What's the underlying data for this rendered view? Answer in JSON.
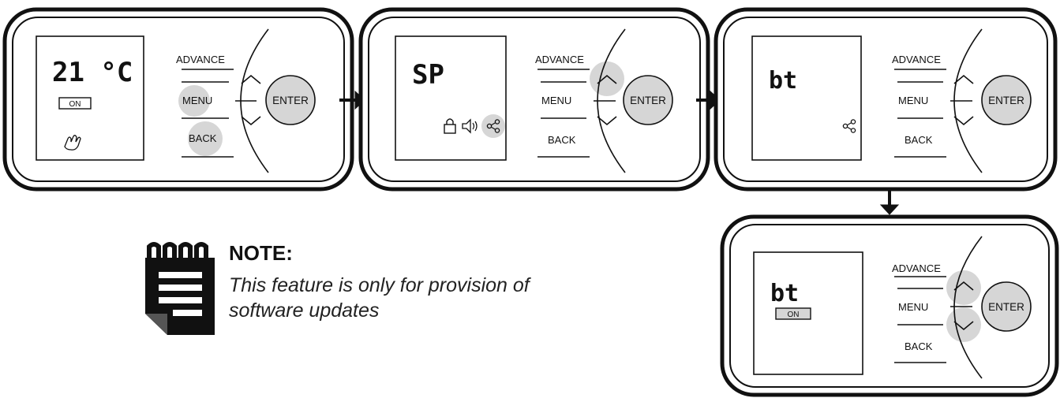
{
  "labels": {
    "advance": "ADVANCE",
    "menu": "MENU",
    "back": "BACK",
    "enter": "ENTER"
  },
  "panels": [
    {
      "display": "21 °C",
      "badge": "ON",
      "highlighted": [
        "menu",
        "back"
      ],
      "icons": [
        "hand-icon"
      ]
    },
    {
      "display": "SP",
      "badge": "",
      "highlighted": [
        "up"
      ],
      "icons": [
        "lock-icon",
        "speaker-icon",
        "share-icon"
      ]
    },
    {
      "display": "bt",
      "badge": "",
      "highlighted": [],
      "icons": [
        "share-icon"
      ]
    },
    {
      "display": "bt",
      "badge": "ON",
      "highlighted": [
        "up",
        "down"
      ],
      "icons": []
    }
  ],
  "note": {
    "title": "NOTE:",
    "text": "This feature is only for provision of software updates"
  },
  "colors": {
    "highlight": "#d6d6d6",
    "stroke": "#111111"
  }
}
